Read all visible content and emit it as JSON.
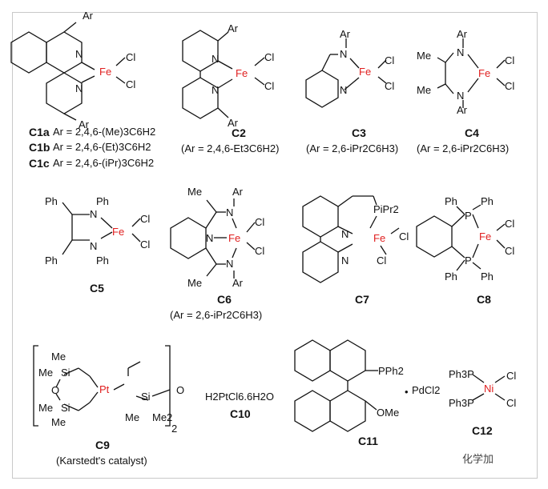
{
  "compounds": {
    "c1": {
      "id": "C1",
      "a": "C1a",
      "b": "C1b",
      "c": "C1c",
      "ar_a": "Ar = 2,4,6-(Me)3C6H2",
      "ar_b": "Ar = 2,4,6-(Et)3C6H2",
      "ar_c": "Ar = 2,4,6-(iPr)3C6H2"
    },
    "c2": {
      "id": "C2",
      "ar": "(Ar = 2,4,6-Et3C6H2)"
    },
    "c3": {
      "id": "C3",
      "ar": "(Ar = 2,6-iPr2C6H3)"
    },
    "c4": {
      "id": "C4",
      "ar": "(Ar = 2,6-iPr2C6H3)"
    },
    "c5": {
      "id": "C5"
    },
    "c6": {
      "id": "C6",
      "ar": "(Ar = 2,6-iPr2C6H3)"
    },
    "c7": {
      "id": "C7"
    },
    "c8": {
      "id": "C8"
    },
    "c9": {
      "id": "C9",
      "note": "(Karstedt's catalyst)"
    },
    "c10": {
      "id": "C10",
      "formula": "H2PtCl6.6H2O"
    },
    "c11": {
      "id": "C11"
    },
    "c12": {
      "id": "C12"
    }
  },
  "atoms": {
    "fe": "Fe",
    "pt": "Pt",
    "pd": "Pd",
    "ni": "Ni",
    "cl": "Cl",
    "n": "N",
    "p": "P",
    "o": "O",
    "si": "Si",
    "ar": "Ar",
    "me": "Me",
    "ph": "Ph",
    "pipr2": "PiPr2",
    "pph2": "PPh2",
    "ome": "OMe",
    "pdcl2": "PdCl2",
    "ph3p": "Ph3P",
    "me2": "Me2",
    "sub2": "2"
  },
  "watermark": "化学加",
  "colors": {
    "metal": "#e02020",
    "ink": "#111111",
    "frame": "#c9c9c9"
  }
}
